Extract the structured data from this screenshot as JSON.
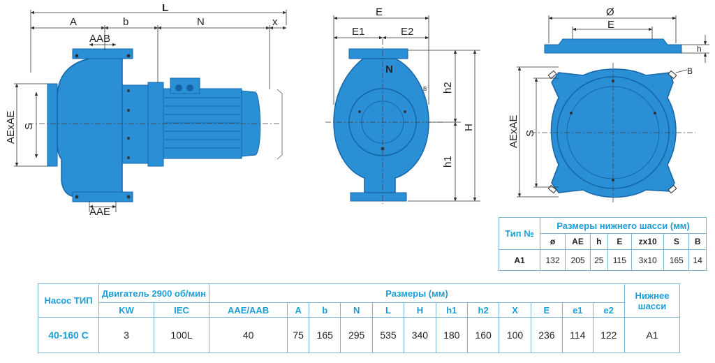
{
  "dims": {
    "side": {
      "L": "L",
      "A": "A",
      "b": "b",
      "N": "N",
      "x": "x",
      "AAB": "AAB",
      "AAE": "AAE",
      "AExAE": "AExAE",
      "S": "S"
    },
    "front": {
      "E": "E",
      "E1": "E1",
      "E2": "E2",
      "N": "N",
      "h2": "h2",
      "h1": "h1",
      "H": "H",
      "B": "B"
    },
    "chassis": {
      "phi": "Ø",
      "E": "E",
      "h": "h",
      "B": "B",
      "AExAE": "AExAE",
      "S": "S"
    }
  },
  "colors": {
    "pump": "#2b8fd6",
    "pump_dark": "#1565a8",
    "line": "#333333",
    "accent": "#1a9fd8"
  },
  "chassis_table": {
    "type_header": "Тип №",
    "title": "Размеры нижнего шасси (мм)",
    "columns": [
      "ø",
      "AE",
      "h",
      "E",
      "zx10",
      "S",
      "B"
    ],
    "row": {
      "type": "A1",
      "values": [
        "132",
        "205",
        "25",
        "115",
        "3x10",
        "165",
        "14"
      ]
    }
  },
  "pump_table": {
    "col_pump": "Насос ТИП",
    "motor_header": "Двигатель 2900 об/мин",
    "sizes_header": "Размеры (мм)",
    "chassis_header": "Нижнее шасси",
    "sub_motor": [
      "KW",
      "IEC"
    ],
    "sub_sizes": [
      "AAE/AAB",
      "A",
      "b",
      "N",
      "L",
      "H",
      "h1",
      "h2",
      "X",
      "E",
      "e1",
      "e2"
    ],
    "row": {
      "pump": "40-160 C",
      "motor": [
        "3",
        "100L"
      ],
      "sizes": [
        "40",
        "75",
        "165",
        "295",
        "535",
        "340",
        "180",
        "160",
        "100",
        "236",
        "114",
        "122"
      ],
      "chassis": "A1"
    }
  }
}
